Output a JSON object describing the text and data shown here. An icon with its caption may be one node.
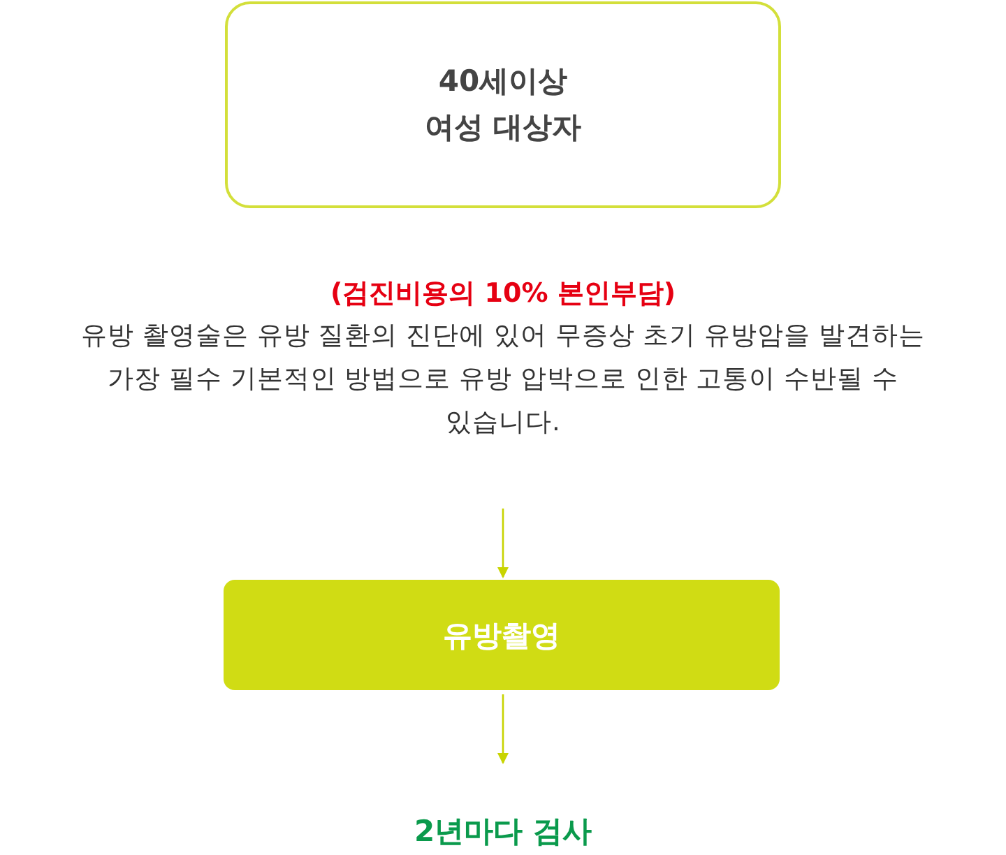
{
  "diagram": {
    "nodes": [
      {
        "text": [
          "40세이상 여성 대상자"
        ]
      },
      {
        "text": [
          "(검진비용의 10% 본인부담)",
          "유방 촬영술은 유방 질환의 진단에 있어 무증상 초기 유방암을 발견하는 가장 필수 기본적인 방법으로 유방 압박으로 인한 고통이 수반될 수 있습니다."
        ]
      },
      {
        "text": [
          "유방촬영"
        ]
      },
      {
        "text": [
          "2년마다 검사"
        ]
      }
    ],
    "edges": [
      {
        "from": 1,
        "to": 2,
        "arrow": "to"
      },
      {
        "from": 2,
        "to": 3,
        "arrow": "to"
      }
    ]
  }
}
